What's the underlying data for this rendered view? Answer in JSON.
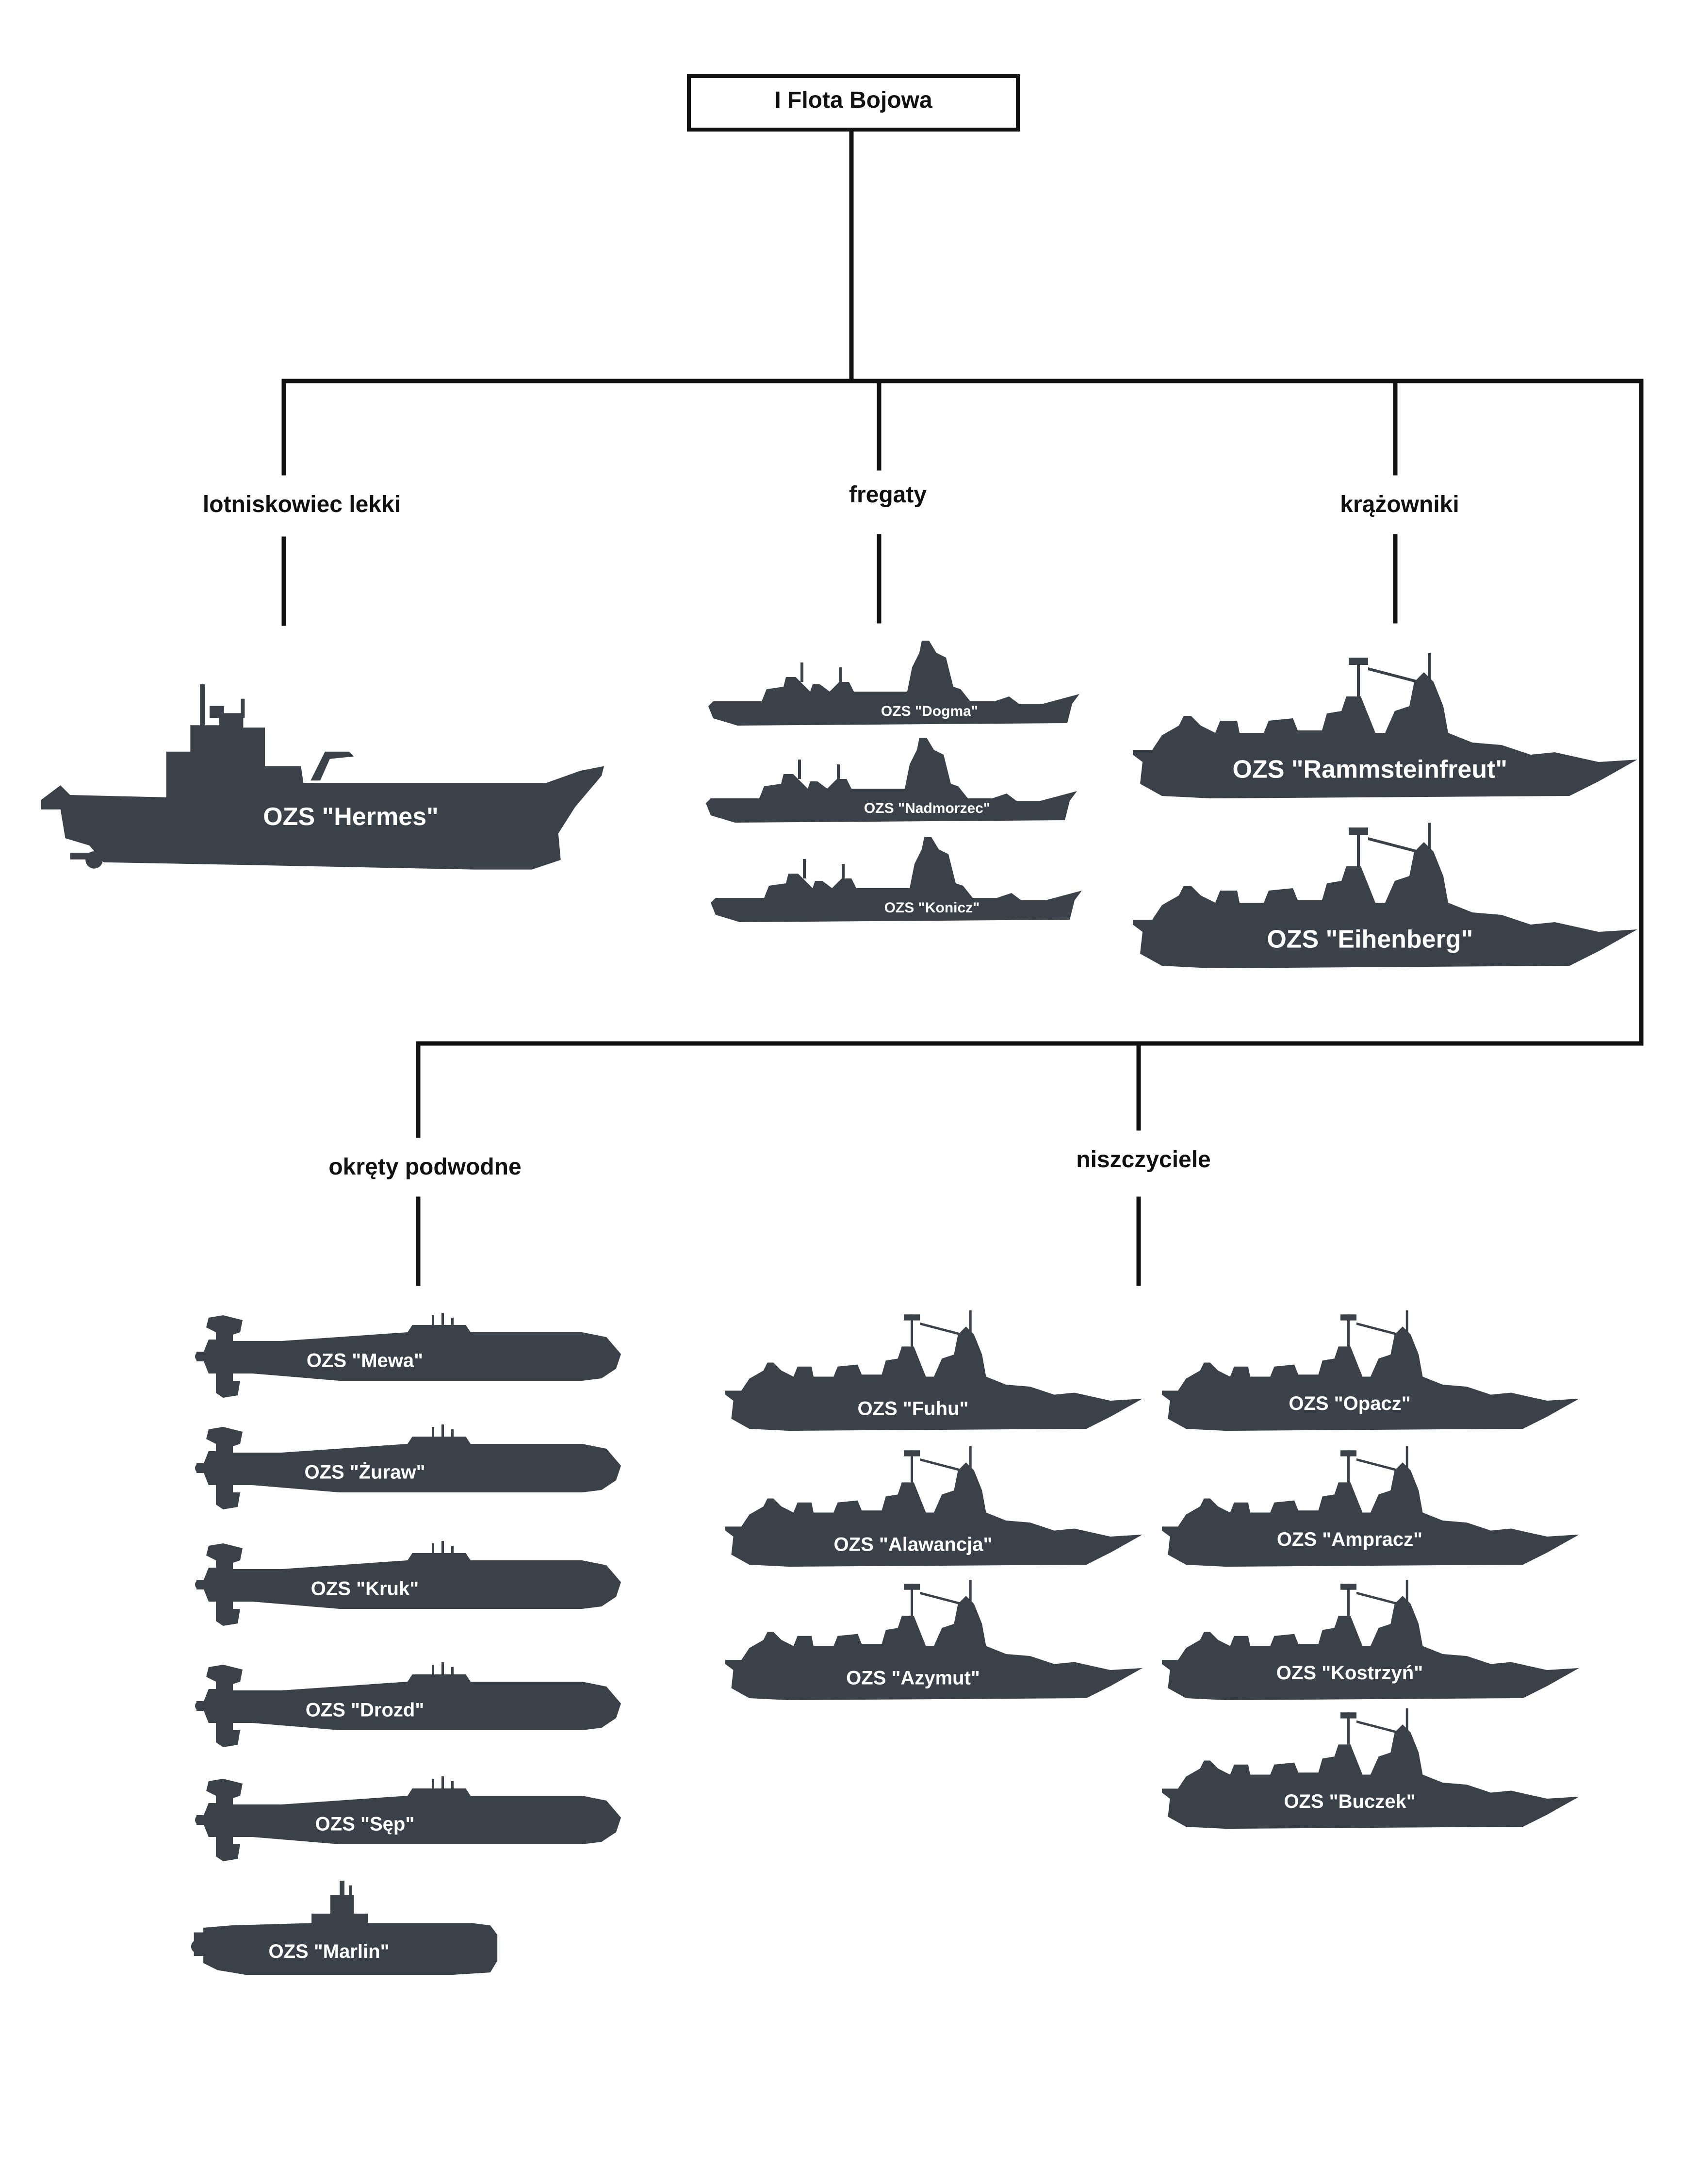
{
  "colors": {
    "ship": "#3b4149",
    "line": "#111111",
    "background": "#ffffff",
    "label": "#ffffff"
  },
  "root": {
    "label": "I Flota Bojowa"
  },
  "categories": {
    "carrier": {
      "label": "lotniskowiec lekki",
      "ships": [
        "OZS \"Hermes\""
      ]
    },
    "frigates": {
      "label": "fregaty",
      "ships": [
        "OZS \"Dogma\"",
        "OZS \"Nadmorzec\"",
        "OZS \"Konicz\""
      ]
    },
    "cruisers": {
      "label": "krążowniki",
      "ships": [
        "OZS \"Rammsteinfreut\"",
        "OZS \"Eihenberg\""
      ]
    },
    "submarines": {
      "label": "okręty podwodne",
      "ships": [
        "OZS \"Mewa\"",
        "OZS \"Żuraw\"",
        "OZS \"Kruk\"",
        "OZS \"Drozd\"",
        "OZS \"Sęp\"",
        "OZS \"Marlin\""
      ]
    },
    "destroyers": {
      "label": "niszczyciele",
      "ships_left": [
        "OZS \"Fuhu\"",
        "OZS \"Alawancja\"",
        "OZS \"Azymut\""
      ],
      "ships_right": [
        "OZS \"Opacz\"",
        "OZS \"Ampracz\"",
        "OZS \"Kostrzyń\"",
        "OZS \"Buczek\""
      ]
    }
  }
}
